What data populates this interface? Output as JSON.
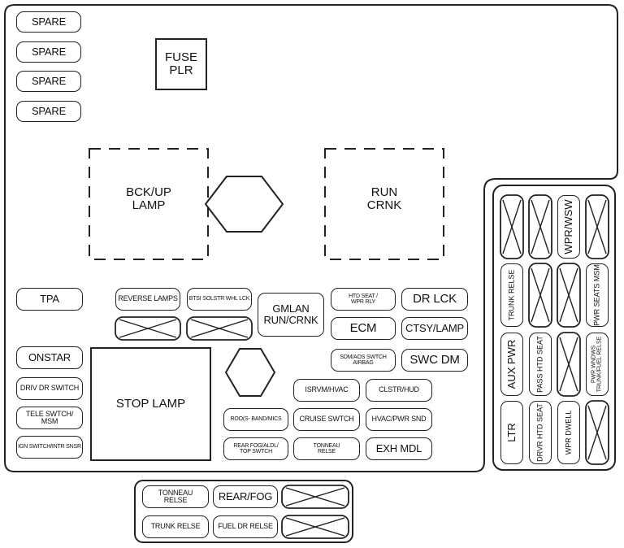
{
  "fuses": {
    "spare_1": "SPARE",
    "spare_2": "SPARE",
    "spare_3": "SPARE",
    "spare_4": "SPARE",
    "fuse_plr": "FUSE\nPLR",
    "bck_up_lamp": "BCK/UP\nLAMP",
    "run_crnk": "RUN\nCRNK",
    "tpa": "TPA",
    "reverse_lamps": "REVERSE LAMPS",
    "btsi_solstr_whl_lck": "BTSI SOLSTR WHL LCK",
    "gmlan_run_crnk": "GMLAN\nRUN/CRNK",
    "htd_seat_wpr_rly": "HTD SEAT /\nWPR RLY",
    "dr_lck": "DR LCK",
    "ecm": "ECM",
    "ctsy_lamp": "CTSY/LAMP",
    "onstar": "ONSTAR",
    "sdm_aos_swtch_airbag": "SDM/AOS SWTCH\nAIRBAG",
    "swc_dm": "SWC DM",
    "driv_dr_switch": "DRIV DR SWITCH",
    "stop_lamp": "STOP LAMP",
    "isrvm_hvac": "ISRVM/HVAC",
    "clstr_hud": "CLSTR/HUD",
    "tele_swtch_msm": "TELE SWTCH/\nMSM",
    "roo_s_band_mics": "ROO(S- BAND/MICS",
    "cruise_swtch": "CRUISE SWTCH",
    "hvac_pwr_snd": "HVAC/PWR SND",
    "ign_switch_intr_snsr": "IGN SWITCH/INTR SNSR",
    "rear_fog_aldl_top_swtch": "REAR FOG/ALDL/\nTOP SWTCH",
    "tonneau_relse": "TONNEAU\nRELSE",
    "exh_mdl": "EXH MDL"
  },
  "side_panel": {
    "wpr_wsw": "WPR/WSW",
    "trunk_relse": "TRUNK RELSE",
    "pwr_seats_msm": "PWR SEATS MSM",
    "aux_pwr": "AUX PWR",
    "pass_htd_seat": "PASS HTD SEAT",
    "pwr_wndws_trunk_fuel_relse": "PWR WNDWS\nTRUNK/FUEL RELSE",
    "ltr": "LTR",
    "drvr_htd_seat": "DRVR HTD SEAT",
    "wpr_dwell": "WPR DWELL"
  },
  "bottom_panel": {
    "tonneau_relse": "TONNEAU\nRELSE",
    "rear_fog": "REAR/FOG",
    "trunk_relse": "TRUNK RELSE",
    "fuel_dr_relse": "FUEL DR RELSE"
  }
}
